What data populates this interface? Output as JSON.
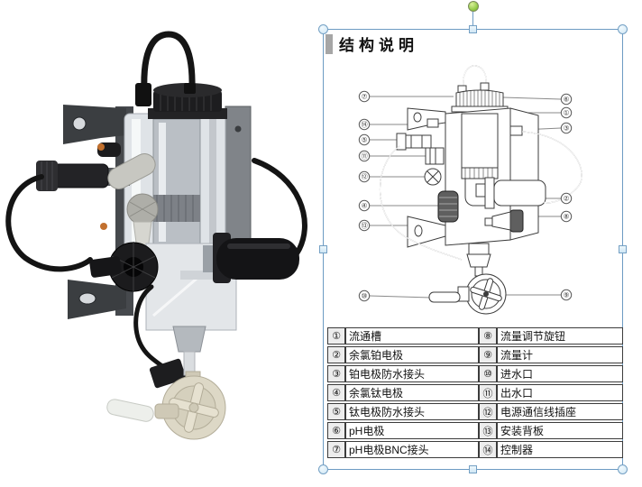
{
  "panel": {
    "title": "结构说明",
    "diagram": {
      "left_callouts": [
        "⑦",
        "⑭",
        "⑤",
        "⑪",
        "⑫",
        "④",
        "⑬",
        "⑩"
      ],
      "right_callouts": [
        "⑥",
        "①",
        "③",
        "②",
        "⑧",
        "⑨"
      ]
    },
    "table": {
      "rows": [
        {
          "n1": "①",
          "t1": "流通槽",
          "n2": "⑧",
          "t2": "流量调节旋钮"
        },
        {
          "n1": "②",
          "t1": "余氯铂电极",
          "n2": "⑨",
          "t2": "流量计"
        },
        {
          "n1": "③",
          "t1": "铂电极防水接头",
          "n2": "⑩",
          "t2": "进水口"
        },
        {
          "n1": "④",
          "t1": "余氯钛电极",
          "n2": "⑪",
          "t2": "出水口"
        },
        {
          "n1": "⑤",
          "t1": "钛电极防水接头",
          "n2": "⑫",
          "t2": "电源通信线插座"
        },
        {
          "n1": "⑥",
          "t1": "pH电极",
          "n2": "⑬",
          "t2": "安装背板"
        },
        {
          "n1": "⑦",
          "t1": "pH电极BNC接头",
          "n2": "⑭",
          "t2": "控制器"
        }
      ]
    }
  },
  "selection": {
    "frame_color": "#6d9bc3",
    "handle_fill": "#cfe6f4",
    "handle_stroke": "#74a0c4",
    "rotation_handle_color": "#8cc63f"
  },
  "photo_colors": {
    "cap_black": "#1d1d1f",
    "acrylic_body": "#dfe3e7",
    "bracket_gray": "#3b3e41",
    "valve_handle": "#c7c7c1",
    "flow_meter_cream": "#ddd8c6",
    "accent_copper": "#c2702e"
  }
}
